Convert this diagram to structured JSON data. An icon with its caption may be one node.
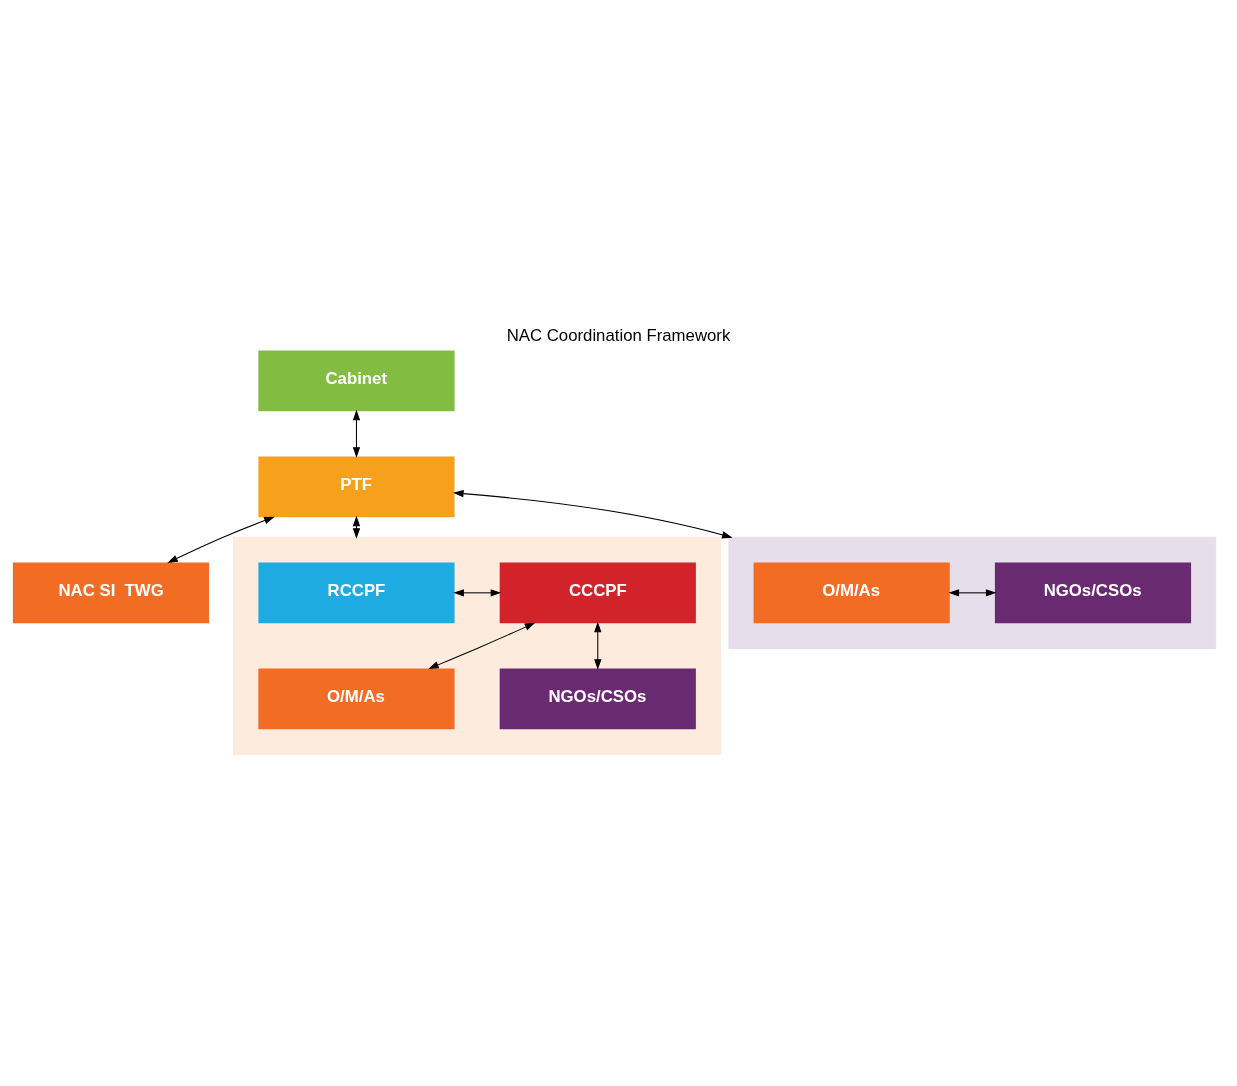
{
  "diagram": {
    "title": "NAC Coordination Framework",
    "nodes": [
      {
        "text": [
          "Cabinet"
        ]
      },
      {
        "text": [
          "PTF"
        ]
      },
      {
        "text": [
          "NAC SI  TWG"
        ]
      },
      {
        "text": [],
        "shape": "box"
      },
      {
        "text": [
          "RCCPF"
        ],
        "in": 3
      },
      {
        "text": [
          "CCCPF"
        ],
        "in": 3
      },
      {
        "text": [
          "O/M/As"
        ],
        "in": 3
      },
      {
        "text": [
          "NGOs/CSOs"
        ],
        "in": 3
      },
      {
        "text": [],
        "shape": "box"
      },
      {
        "text": [
          "O/M/As"
        ],
        "in": 8
      },
      {
        "text": [
          "NGOs/CSOs"
        ],
        "in": 8
      }
    ],
    "edges": [
      {
        "from": 0,
        "to": 1,
        "arrow": "both"
      },
      {
        "from": 1,
        "to": 2,
        "arrow": "both"
      },
      {
        "from": 1,
        "to": 3,
        "arrow": "both"
      },
      {
        "from": 1,
        "to": 8,
        "arrow": "both"
      },
      {
        "from": 4,
        "to": 5,
        "arrow": "both"
      },
      {
        "from": 5,
        "to": 6,
        "arrow": "both"
      },
      {
        "from": 5,
        "to": 7,
        "arrow": "both"
      },
      {
        "from": 9,
        "to": 10,
        "arrow": "both"
      }
    ]
  }
}
